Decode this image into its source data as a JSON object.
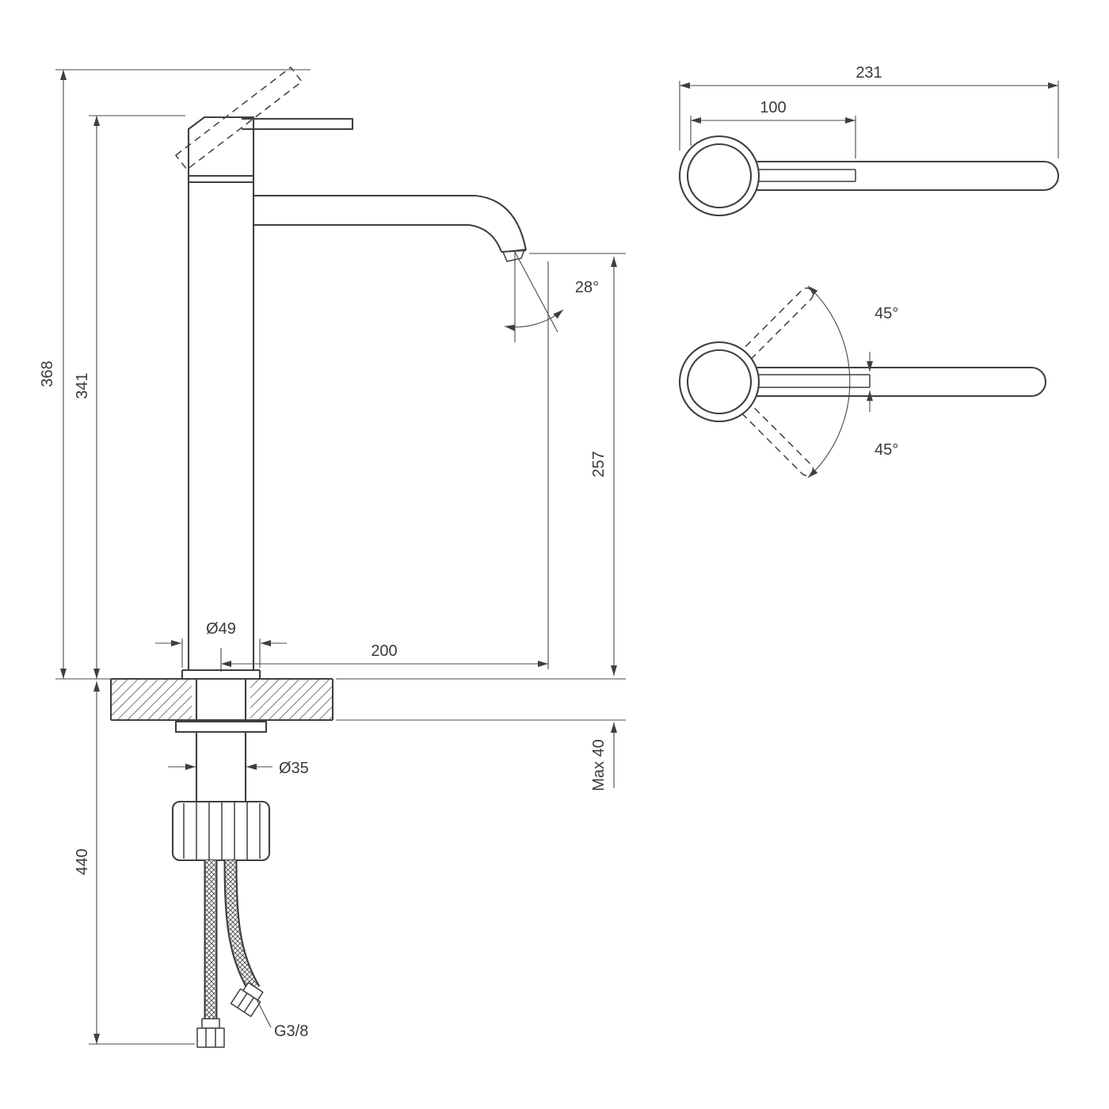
{
  "page": {
    "background_color": "#ffffff",
    "line_color": "#3f3f3f",
    "drawing_type": "faucet dimensional technical drawing"
  },
  "front_view": {
    "overall_height": "368",
    "body_height": "341",
    "under_counter_length": "440",
    "base_diameter": "Ø49",
    "shank_diameter": "Ø35",
    "spout_reach": "200",
    "spout_outlet_height": "257",
    "max_counter_thickness": "Max 40",
    "spout_angle": "28°",
    "supply_hose_thread": "G3/8"
  },
  "top_view": {
    "overall_length": "231",
    "handle_length": "100",
    "handle_swing_up": "45°",
    "handle_swing_down": "45°"
  }
}
